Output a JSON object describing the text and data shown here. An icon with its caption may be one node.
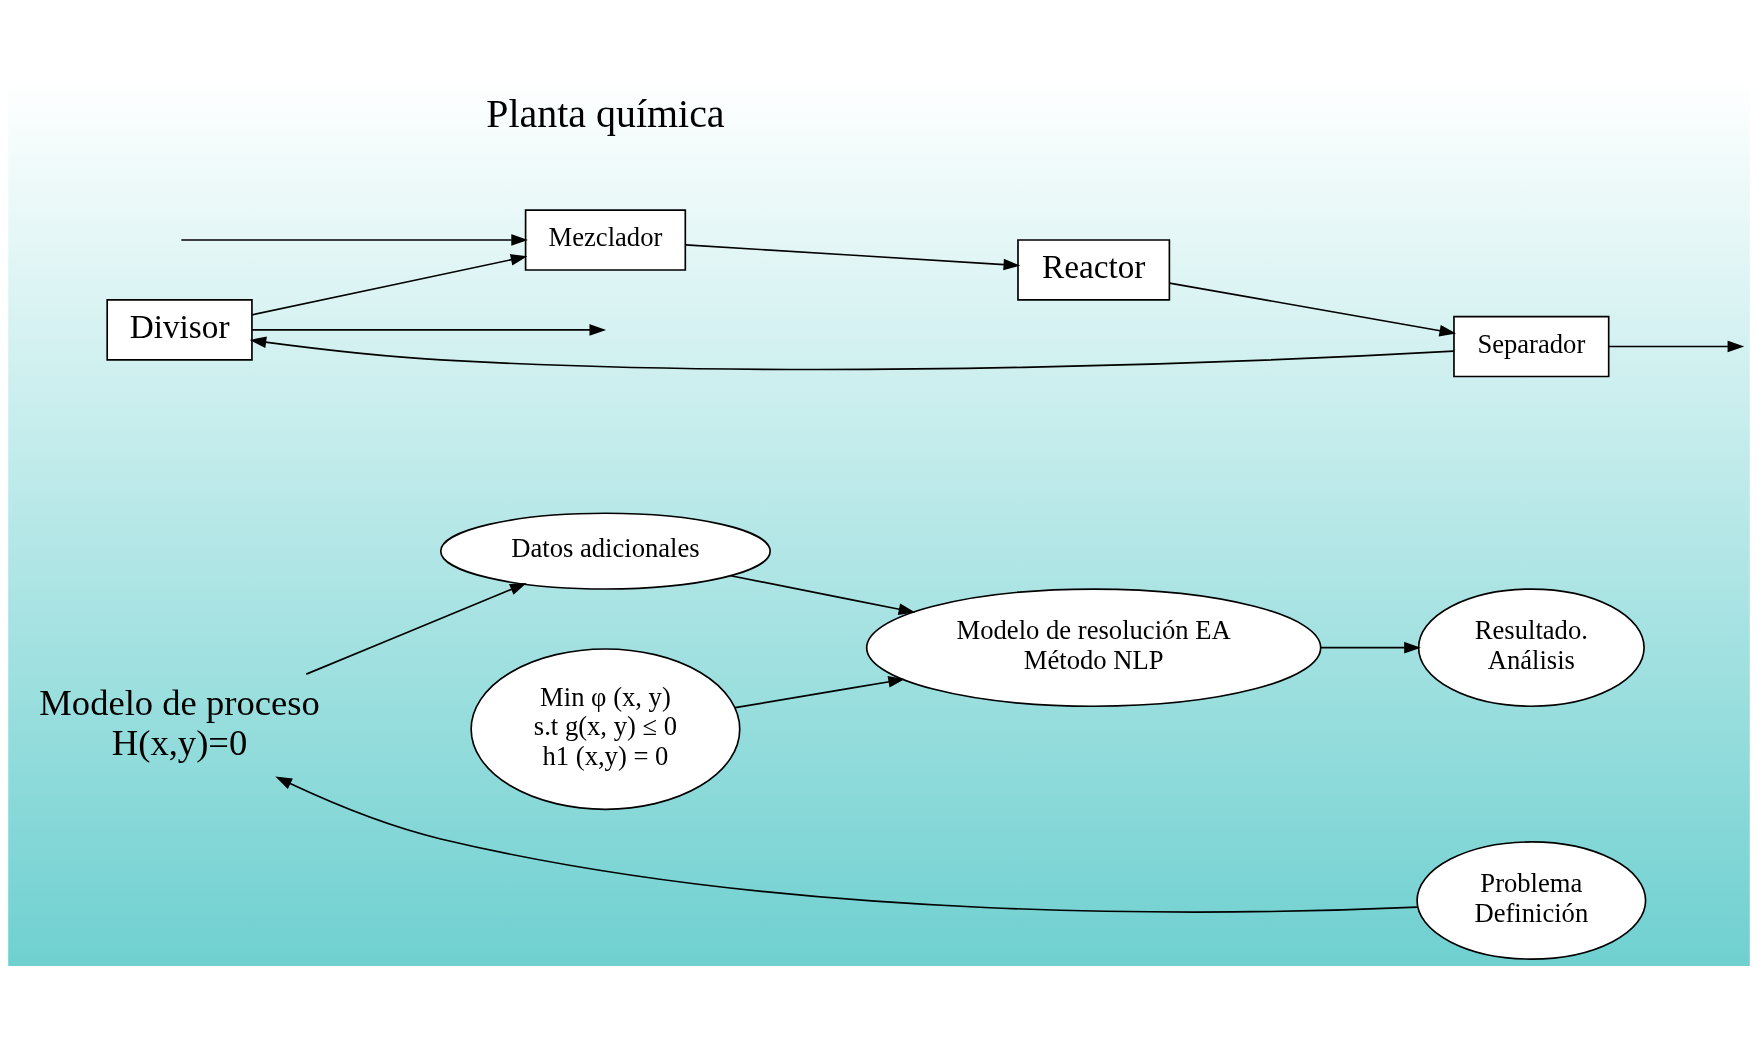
{
  "diagram": {
    "nodes": [
      {
        "text": [
          "Modelo de proceso",
          "H(x,y)=0"
        ]
      },
      {
        "text": [
          "Problema",
          "Definición"
        ]
      },
      {
        "text": [
          "Resultado.",
          "Análisis"
        ]
      },
      {
        "text": [
          "Datos adicionales"
        ]
      },
      {
        "text": [
          "Divisor"
        ]
      },
      {
        "text": [
          "Mezclador"
        ]
      },
      {
        "text": [
          "Reactor"
        ]
      },
      {
        "text": [
          "Separador"
        ]
      },
      {
        "text": [
          "Modelo de resolución EA",
          "Método NLP"
        ]
      },
      {
        "text": [
          "Min φ (x, y)",
          "s.t g(x, y) ≤ 0",
          "h1 (x,y) = 0"
        ]
      }
    ],
    "edges": [
      {
        "from": 1,
        "to": 0,
        "arrow": "to"
      },
      {
        "from": 0,
        "to": 3,
        "arrow": "to"
      },
      {
        "from": 3,
        "to": 8,
        "arrow": "to"
      },
      {
        "from": 9,
        "to": 8,
        "arrow": "to"
      },
      {
        "from": 8,
        "to": 2,
        "arrow": "to"
      },
      {
        "from": null,
        "to": 5,
        "arrow": "to"
      },
      {
        "from": 5,
        "to": 6,
        "arrow": "to"
      },
      {
        "from": 6,
        "to": 7,
        "arrow": "to"
      },
      {
        "from": 7,
        "to": 4,
        "arrow": "to"
      },
      {
        "from": 4,
        "to": 5,
        "arrow": "to"
      },
      {
        "from": 4,
        "to": null,
        "arrow": "to"
      },
      {
        "from": 7,
        "to": null,
        "arrow": "to"
      }
    ],
    "labels": [
      "Planta química"
    ]
  }
}
